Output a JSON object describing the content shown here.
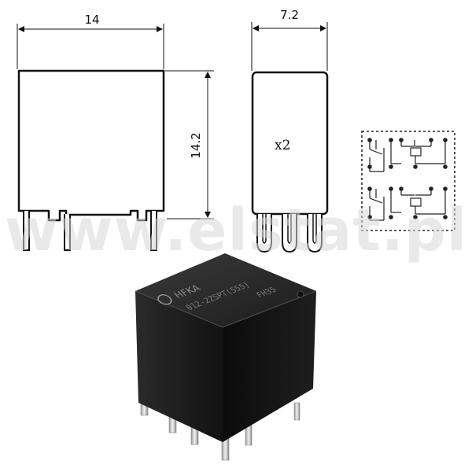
{
  "dimensions": {
    "width": "14",
    "height": "14.2",
    "depth": "7.2"
  },
  "side_view_multiplier": "x2",
  "watermark": "www.elstat.pl",
  "relay_marking": {
    "brand": "HFKA",
    "part_number": "012-2ZSPT(555)",
    "code": "FH35"
  },
  "icons": {
    "manufacturer_logo": "hongfa-logo-icon",
    "schematic": "relay-schematic-icon"
  }
}
